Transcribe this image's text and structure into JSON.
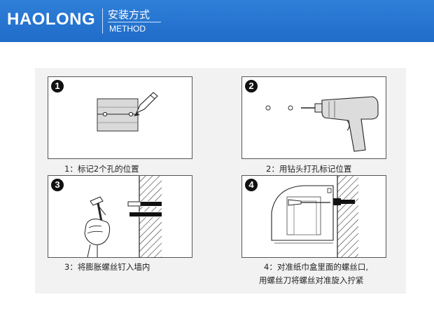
{
  "header": {
    "brand": "HAOLONG",
    "cn_title": "安装方式",
    "en_title": "METHOD"
  },
  "steps": [
    {
      "number": "1",
      "caption": "1：标记2个孔的位置"
    },
    {
      "number": "2",
      "caption": "2：用钻头打孔标记位置"
    },
    {
      "number": "3",
      "caption": "3：将膨胀螺丝钉入墙内"
    },
    {
      "number": "4",
      "caption_line1": "4：对准纸巾盒里面的螺丝口,",
      "caption_line2": "用螺丝刀将螺丝对准旋入拧紧"
    }
  ]
}
